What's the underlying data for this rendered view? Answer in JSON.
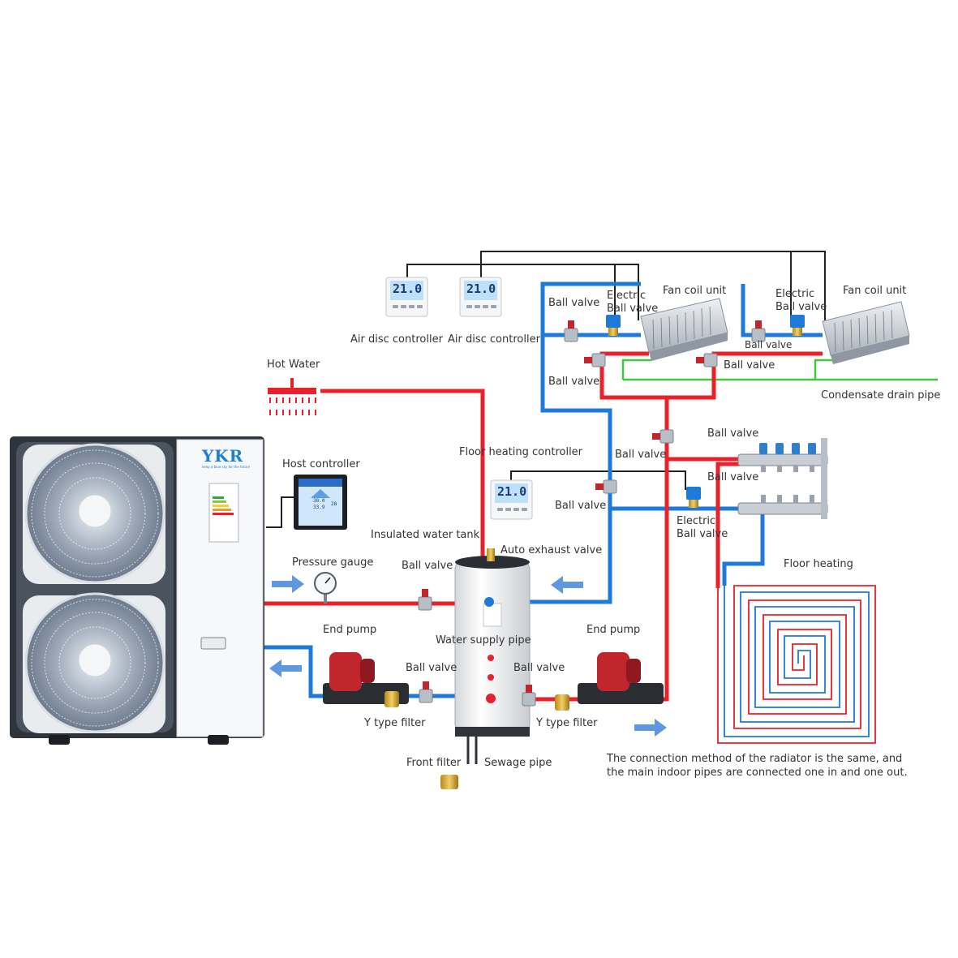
{
  "brand": {
    "logo": "YKR",
    "tagline": "keep a blue sky for the future"
  },
  "labels": {
    "hot_water": "Hot Water",
    "host_controller": "Host controller",
    "air_disc_controller_1": "Air disc controller",
    "air_disc_controller_2": "Air disc controller",
    "ball_valve_fc_supply": "Ball valve",
    "electric_ball_valve_1": "Electric Ball valve",
    "fan_coil_unit_1": "Fan coil unit",
    "electric_ball_valve_2": "Electric Ball valve",
    "fan_coil_unit_2": "Fan coil unit",
    "ball_valve_fc2_supply": "Ball valve",
    "ball_valve_fc_return_1": "Ball valve",
    "ball_valve_fc_return_2": "Ball valve",
    "condensate_drain_pipe": "Condensate drain pipe",
    "floor_heating_controller": "Floor heating controller",
    "ball_valve_riser": "Ball valve",
    "ball_valve_manifold_top": "Ball valve",
    "ball_valve_manifold_bottom": "Ball valve",
    "ball_valve_fh_return": "Ball valve",
    "electric_ball_valve_fh": "Electric Ball valve",
    "insulated_water_tank": "Insulated water tank",
    "auto_exhaust_valve": "Auto exhaust valve",
    "pressure_gauge": "Pressure gauge",
    "ball_valve_tank_inlet": "Ball valve",
    "floor_heating": "Floor heating",
    "end_pump_left": "End pump",
    "water_supply_pipe": "Water supply pipe",
    "end_pump_right": "End pump",
    "ball_valve_pump_left": "Ball valve",
    "ball_valve_pump_right": "Ball valve",
    "y_type_filter_left": "Y type filter",
    "y_type_filter_right": "Y type filter",
    "front_filter": "Front filter",
    "sewage_pipe": "Sewage pipe"
  },
  "note": "The connection method of the radiator is the same, and the main indoor pipes are connected one in and one out.",
  "thermostat_reading": "21.0",
  "host_screen": {
    "temp_1": "30.0",
    "temp_2": "33.9",
    "temp_3": "28"
  },
  "colors": {
    "hot_pipe": "#e8212a",
    "cold_pipe": "#1e7ad8",
    "drain_pipe": "#3fca3c",
    "signal_wire": "#222222",
    "brand_blue": "#1e7fd6"
  }
}
